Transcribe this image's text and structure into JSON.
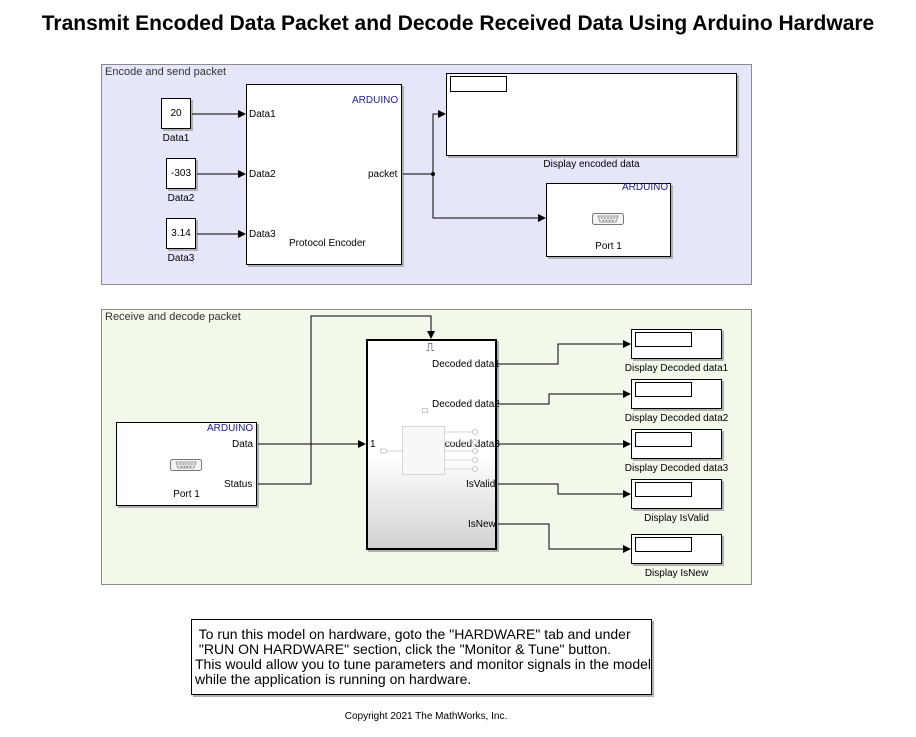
{
  "title": "Transmit Encoded Data Packet and Decode Received Data Using Arduino Hardware",
  "encode_area": {
    "label": "Encode and send packet",
    "constants": [
      {
        "value": "20",
        "label": "Data1"
      },
      {
        "value": "-303",
        "label": "Data2"
      },
      {
        "value": "3.14",
        "label": "Data3"
      }
    ],
    "protocol_encoder": {
      "brand": "ARDUINO",
      "inputs": [
        "Data1",
        "Data2",
        "Data3"
      ],
      "output": "packet",
      "label": "Protocol Encoder"
    },
    "display_label": "Display encoded data",
    "serial_transmit": {
      "brand": "ARDUINO",
      "label": "Port 1"
    }
  },
  "receive_area": {
    "label": "Receive and decode packet",
    "serial_receive": {
      "brand": "ARDUINO",
      "outputs": [
        "Data",
        "Status"
      ],
      "label": "Port 1"
    },
    "subsystem": {
      "trigger_symbol": "⎍",
      "input_port": "1",
      "outputs": [
        "Decoded data1",
        "Decoded data2",
        "Decoded data3",
        "IsValid",
        "IsNew"
      ]
    },
    "displays": [
      "Display Decoded data1",
      "Display Decoded data2",
      "Display Decoded data3",
      "Display IsValid",
      "Display IsNew"
    ]
  },
  "note": {
    "lines": [
      " To run this model on hardware, goto the \"HARDWARE\" tab and under",
      " \"RUN ON HARDWARE\" section, click the \"Monitor & Tune\" button.",
      "This would allow you to tune parameters and monitor signals in the model",
      "while the application is running on hardware."
    ]
  },
  "copyright": "Copyright 2021 The MathWorks, Inc.",
  "colors": {
    "encode_area_bg": "#e6e6fb",
    "receive_area_bg": "#f2f8ea",
    "arduino_text": "#1a1aa6"
  }
}
